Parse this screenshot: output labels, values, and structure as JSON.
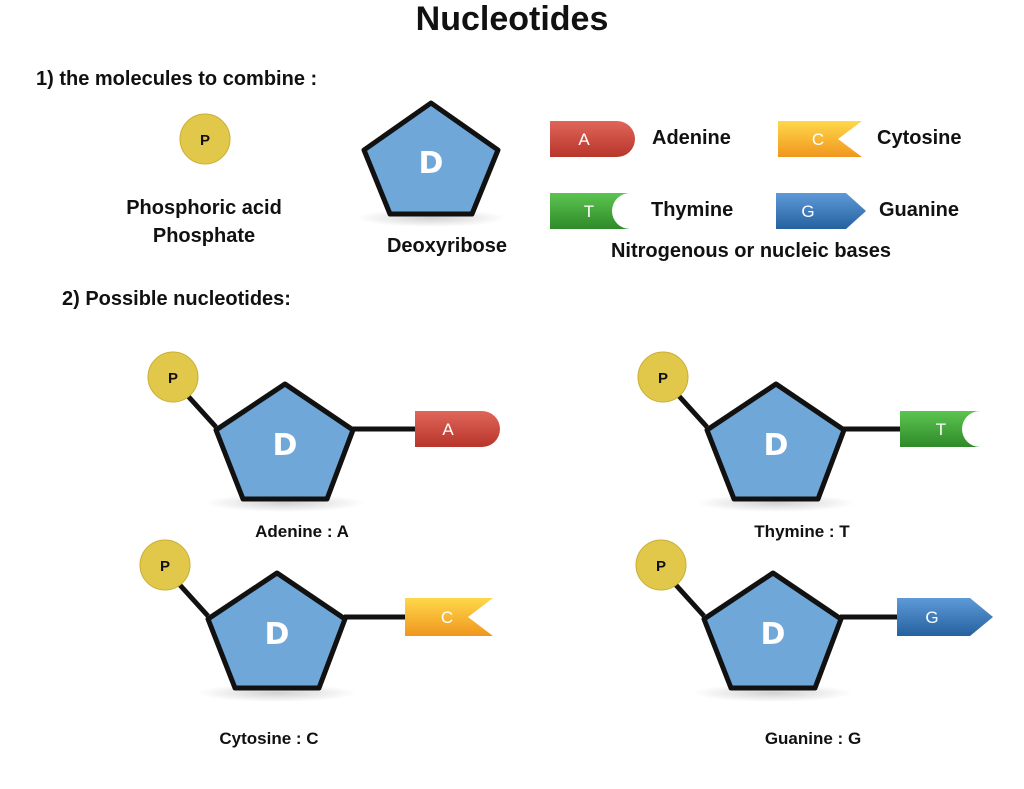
{
  "title": "Nucleotides",
  "section1": {
    "heading": "1) the molecules to combine :",
    "phosphate": {
      "symbol": "P",
      "label_line1": "Phosphoric acid",
      "label_line2": "Phosphate"
    },
    "sugar": {
      "symbol": "D",
      "label": "Deoxyribose"
    },
    "bases": [
      {
        "symbol": "A",
        "name": "Adenine",
        "color": "#c9453a"
      },
      {
        "symbol": "C",
        "name": "Cytosine",
        "color": "#f5b640"
      },
      {
        "symbol": "T",
        "name": "Thymine",
        "color": "#43a53c"
      },
      {
        "symbol": "G",
        "name": "Guanine",
        "color": "#3b78c0"
      }
    ],
    "bases_caption": "Nitrogenous or nucleic bases"
  },
  "section2": {
    "heading": "2) Possible nucleotides:",
    "nucleotides": [
      {
        "caption": "Adenine : A",
        "base_symbol": "A"
      },
      {
        "caption": "Thymine : T",
        "base_symbol": "T"
      },
      {
        "caption": "Cytosine : C",
        "base_symbol": "C"
      },
      {
        "caption": "Guanine : G",
        "base_symbol": "G"
      }
    ]
  },
  "colors": {
    "phosphate": "#e2c84a",
    "sugar": "#6fa7d9",
    "outline": "#111111"
  }
}
